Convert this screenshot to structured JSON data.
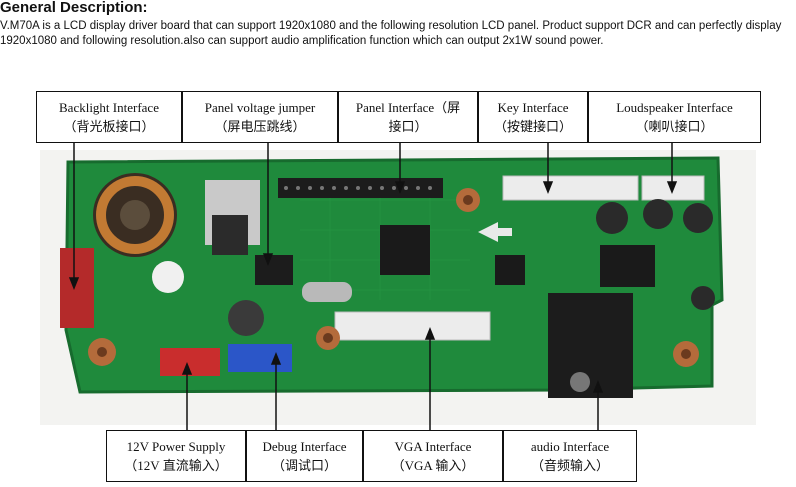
{
  "heading": "General Description:",
  "description": "V.M70A is a LCD display driver board that can support 1920x1080 and the following resolution LCD panel. Product support DCR and can perfectly display 1920x1080 and following resolution.also can support audio amplification function which can output 2x1W sound power.",
  "labels_top": [
    {
      "name": "backlight-interface",
      "en": "Backlight Interface",
      "cn": "（背光板接口）"
    },
    {
      "name": "panel-voltage-jumper",
      "en": "Panel voltage jumper",
      "cn": "（屏电压跳线）"
    },
    {
      "name": "panel-interface",
      "en": "Panel Interface（屏",
      "cn": "接口）"
    },
    {
      "name": "key-interface",
      "en": "Key Interface",
      "cn": "（按键接口）"
    },
    {
      "name": "loudspeaker-interface",
      "en": "Loudspeaker Interface",
      "cn": "（喇叭接口）"
    }
  ],
  "labels_bottom": [
    {
      "name": "power-supply",
      "en": "12V Power Supply",
      "cn": "（12V 直流输入）"
    },
    {
      "name": "debug-interface",
      "en": "Debug  Interface",
      "cn": "（调试口）"
    },
    {
      "name": "vga-interface",
      "en": "VGA Interface",
      "cn": "（VGA 输入）"
    },
    {
      "name": "audio-interface",
      "en": "audio Interface",
      "cn": "（音频输入）"
    }
  ],
  "colors": {
    "pcb": "#1f8a3c",
    "pcb_dark": "#176b2e",
    "connector_red": "#b42a2a",
    "connector_blue": "#2b56c8",
    "connector_white": "#ececec",
    "chip": "#1a1a1a"
  }
}
